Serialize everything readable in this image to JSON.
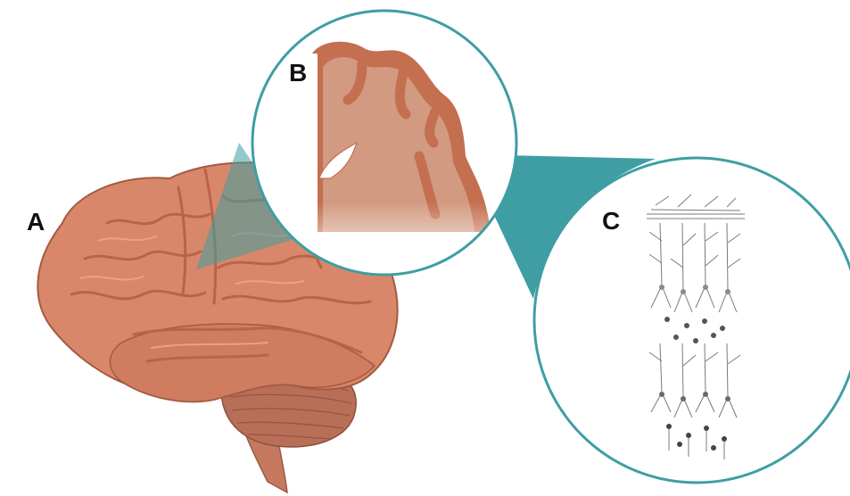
{
  "figure": {
    "labels": {
      "a": "A",
      "b": "B",
      "c": "C"
    },
    "colors": {
      "background": "#ffffff",
      "accent_teal": "#3e9ea3",
      "brain_fill": "#d9876a",
      "brain_dark": "#b8644b",
      "brain_light": "#e9a88e",
      "cortex_gray": "#c9896f",
      "cortex_white": "#d6a58d",
      "cerebellum": "#b86f57",
      "brainstem": "#c57a5f",
      "neuron_gray": "#7a7a7a"
    },
    "icons": [
      "brain-lateral-view",
      "cortex-section",
      "cortical-neuron-layers"
    ]
  }
}
